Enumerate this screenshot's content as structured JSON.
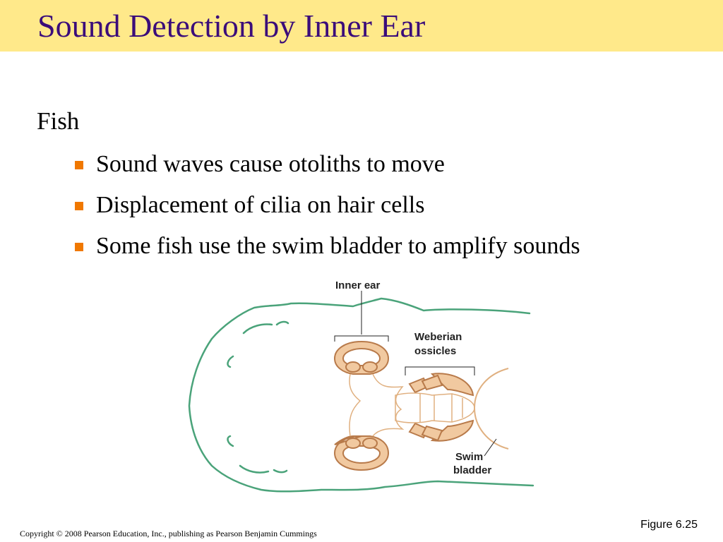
{
  "slide": {
    "title": "Sound Detection by Inner Ear",
    "heading": "Fish",
    "bullets": [
      "Sound waves cause otoliths to move",
      "Displacement of cilia on hair cells",
      "Some fish use the swim bladder to amplify sounds"
    ]
  },
  "figure": {
    "labels": {
      "inner_ear": "Inner ear",
      "weberian_line1": "Weberian",
      "weberian_line2": "ossicles",
      "swim_line1": "Swim",
      "swim_line2": "bladder"
    },
    "caption": "Figure 6.25"
  },
  "footer": {
    "copyright": "Copyright © 2008 Pearson Education, Inc., publishing as Pearson Benjamin Cummings"
  },
  "colors": {
    "title_band": "#ffe98a",
    "title_text": "#3b0d7a",
    "bullet": "#f07800",
    "fish_outline": "#4aa37a",
    "bone_fill": "#f1c9a0",
    "bone_stroke": "#b87a4a"
  }
}
